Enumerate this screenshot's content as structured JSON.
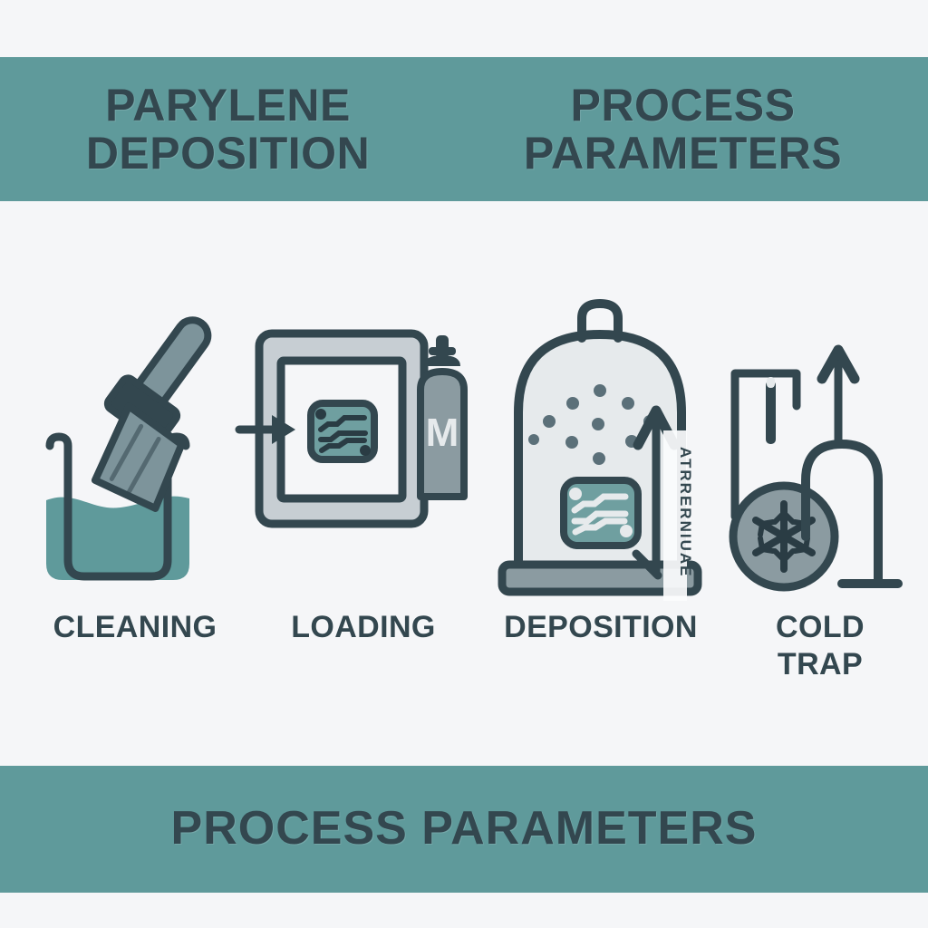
{
  "poster": {
    "background_color": "#f5f6f8",
    "band_color": "#5f9a9b",
    "ink_color": "#33474f",
    "accent_teal": "#5f9a9b",
    "chip_fill": "#6f9fa0",
    "metal_gray": "#8b9ba1",
    "glass_fill": "#e6eaec"
  },
  "header": {
    "title_left": "PARYLENE\nDEPOSITION",
    "title_right": "PROCESS\nPARAMETERS"
  },
  "footer": {
    "title": "PROCESS PARAMETERS"
  },
  "steps": [
    {
      "key": "cleaning",
      "label": "CLEANING",
      "icon": "beaker-brush-icon",
      "liquid_color": "#5f9a9b"
    },
    {
      "key": "loading",
      "label": "LOADING",
      "icon": "chamber-load-icon",
      "cylinder_letter": "M"
    },
    {
      "key": "deposition",
      "label": "DEPOSITION",
      "icon": "vacuum-dome-icon",
      "arrow_label": "ATRRERNIUAE",
      "particle_count": 10
    },
    {
      "key": "coldtrap",
      "label": "COLD\nTRAP",
      "icon": "cold-trap-flask-icon"
    }
  ]
}
